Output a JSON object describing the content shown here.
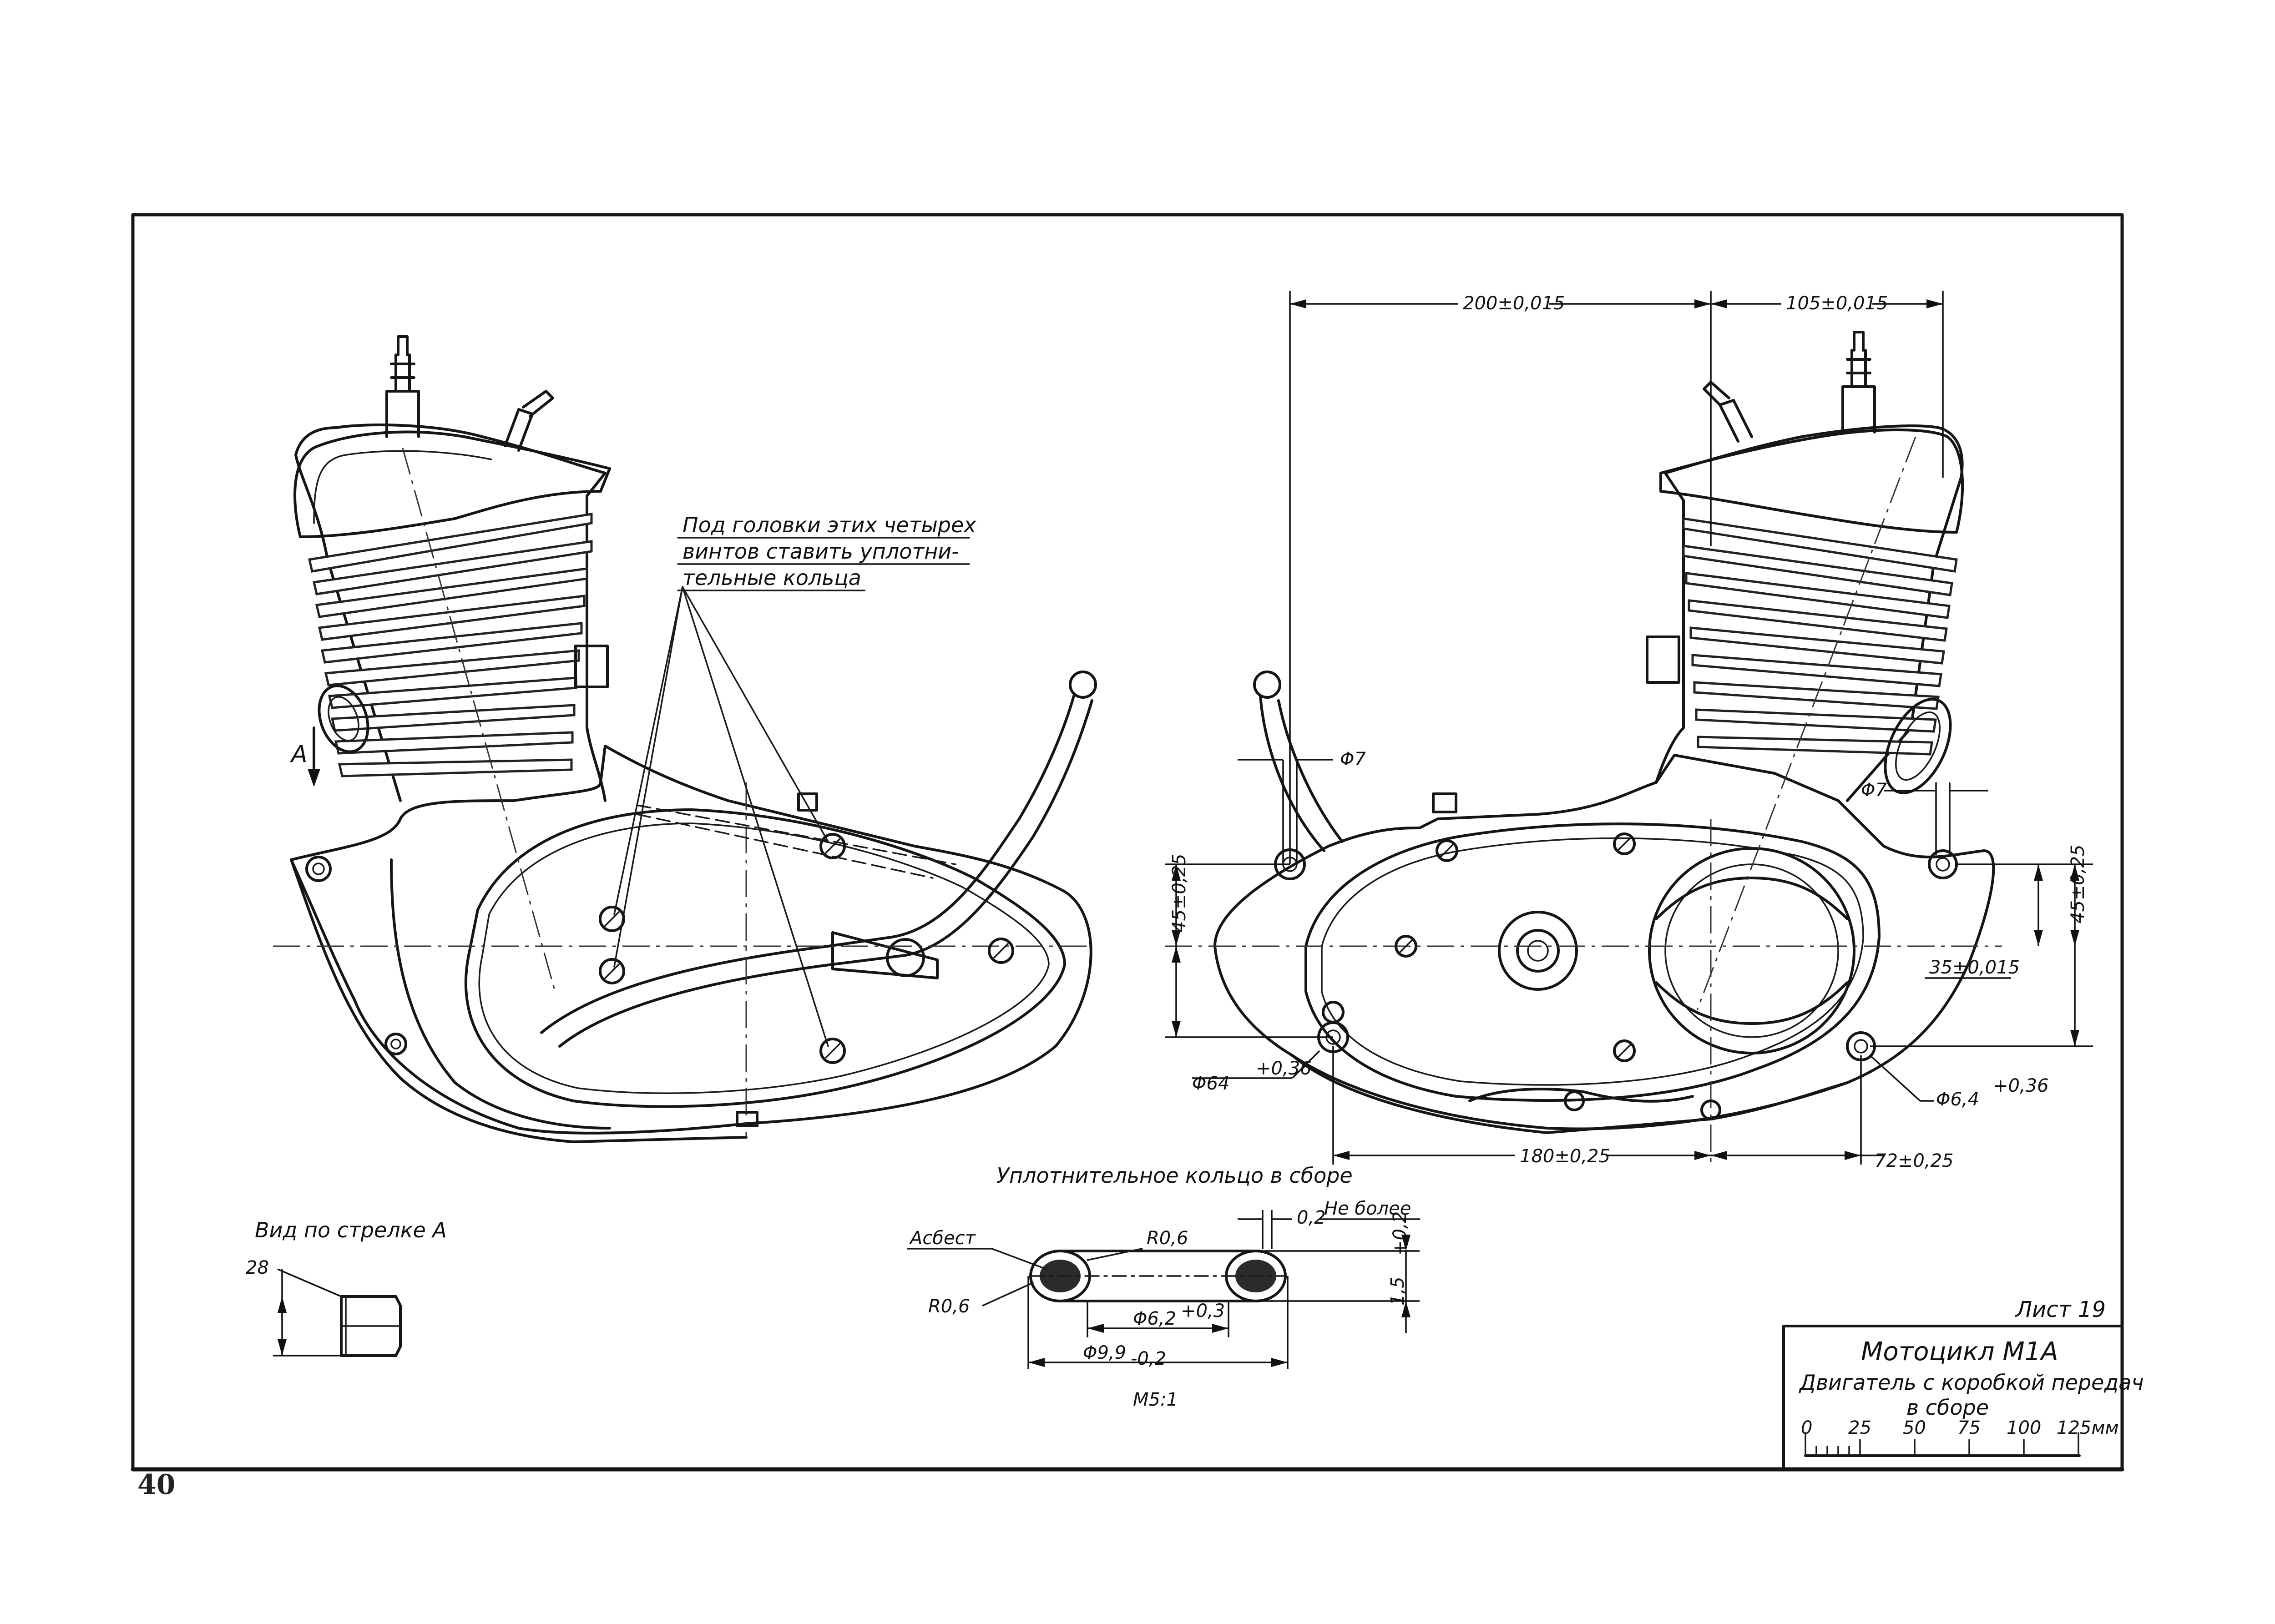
{
  "page_number": "40",
  "sheet_label": "Лист 19",
  "title_block": {
    "line1": "Мотоцикл М1А",
    "line2": "Двигатель с коробкой передач",
    "line3": "в сборе",
    "scale_ticks": [
      "0",
      "25",
      "50",
      "75",
      "100",
      "125мм"
    ]
  },
  "view_arrow_label": "А",
  "note": {
    "line1": "Под головки этих четырех",
    "line2": "винтов ставить уплотни-",
    "line3": "тельные кольца"
  },
  "dimensions": {
    "top_left": "200±0,015",
    "top_right": "105±0,015",
    "phi7_left": "Φ7",
    "phi7_right": "Φ7",
    "v45_left": "45±0,25",
    "v45_right": "45±0,25",
    "d35": "35±0,015",
    "phi64_left": "Φ64",
    "phi64_left_tol": "+0,36",
    "phi64_right": "Φ6,4",
    "phi64_right_tol": "+0,36",
    "b180": "180±0,25",
    "b72": "72±0,25"
  },
  "detail_a": {
    "title": "Вид по стрелке А",
    "dim": "28"
  },
  "seal_ring": {
    "title": "Уплотнительное кольцо в сборе",
    "asbestos": "Асбест",
    "r06_top": "R0,6",
    "r06_left": "R0,6",
    "gap": "0,2",
    "gap_note": "Не более",
    "height": "1,5",
    "height_tol": "+0,2",
    "d_inner": "Φ6,2",
    "d_inner_tol": "+0,3",
    "d_outer": "Φ9,9",
    "d_outer_tol": "-0,2",
    "scale": "М5:1"
  }
}
